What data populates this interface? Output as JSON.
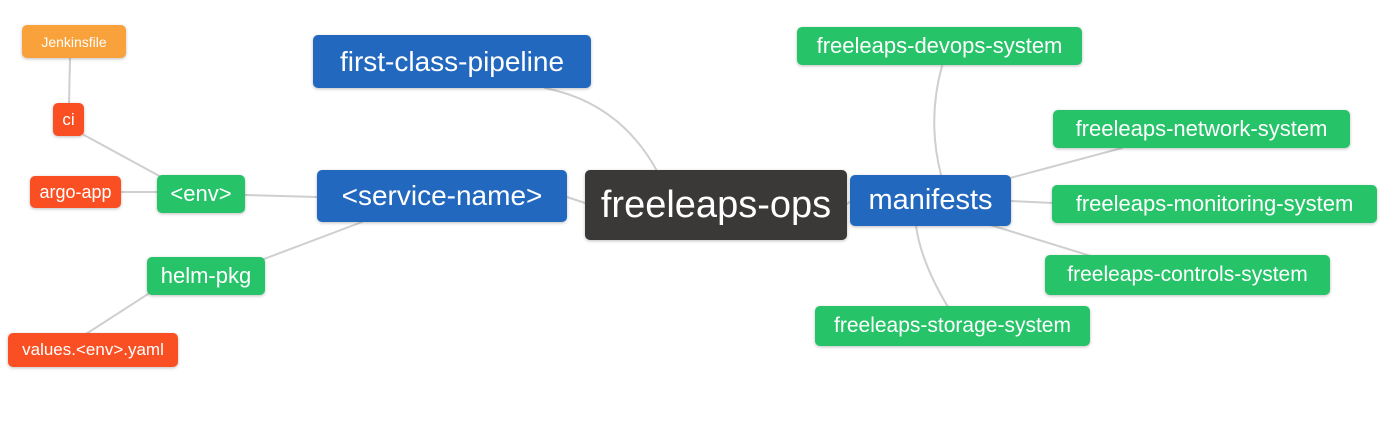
{
  "palette": {
    "root_bg": "#3B3838",
    "branch_bg": "#2268BE",
    "green_bg": "#26C369",
    "red_bg": "#FA4F22",
    "orange_bg": "#F9A23B",
    "text": "#FFFFFF",
    "edge": "#CFCFCF",
    "canvas_bg": "#FFFFFF"
  },
  "nodes": [
    {
      "id": "freeleaps-ops",
      "label": "freeleaps-ops",
      "role": "root",
      "parent": null
    },
    {
      "id": "first-class-pipeline",
      "label": "first-class-pipeline",
      "role": "branch",
      "parent": "freeleaps-ops"
    },
    {
      "id": "service-name",
      "label": "<service-name>",
      "role": "branch",
      "parent": "freeleaps-ops"
    },
    {
      "id": "manifests",
      "label": "manifests",
      "role": "branch",
      "parent": "freeleaps-ops"
    },
    {
      "id": "env",
      "label": "<env>",
      "role": "green",
      "parent": "service-name"
    },
    {
      "id": "helm-pkg",
      "label": "helm-pkg",
      "role": "green",
      "parent": "service-name"
    },
    {
      "id": "ci",
      "label": "ci",
      "role": "red",
      "parent": "env"
    },
    {
      "id": "argo-app",
      "label": "argo-app",
      "role": "red",
      "parent": "env"
    },
    {
      "id": "jenkinsfile",
      "label": "Jenkinsfile",
      "role": "orange",
      "parent": "ci"
    },
    {
      "id": "values-env-yaml",
      "label": "values.<env>.yaml",
      "role": "red",
      "parent": "helm-pkg"
    },
    {
      "id": "freeleaps-devops-system",
      "label": "freeleaps-devops-system",
      "role": "green",
      "parent": "manifests"
    },
    {
      "id": "freeleaps-network-system",
      "label": "freeleaps-network-system",
      "role": "green",
      "parent": "manifests"
    },
    {
      "id": "freeleaps-monitoring-system",
      "label": "freeleaps-monitoring-system",
      "role": "green",
      "parent": "manifests"
    },
    {
      "id": "freeleaps-controls-system",
      "label": "freeleaps-controls-system",
      "role": "green",
      "parent": "manifests"
    },
    {
      "id": "freeleaps-storage-system",
      "label": "freeleaps-storage-system",
      "role": "green",
      "parent": "manifests"
    }
  ]
}
